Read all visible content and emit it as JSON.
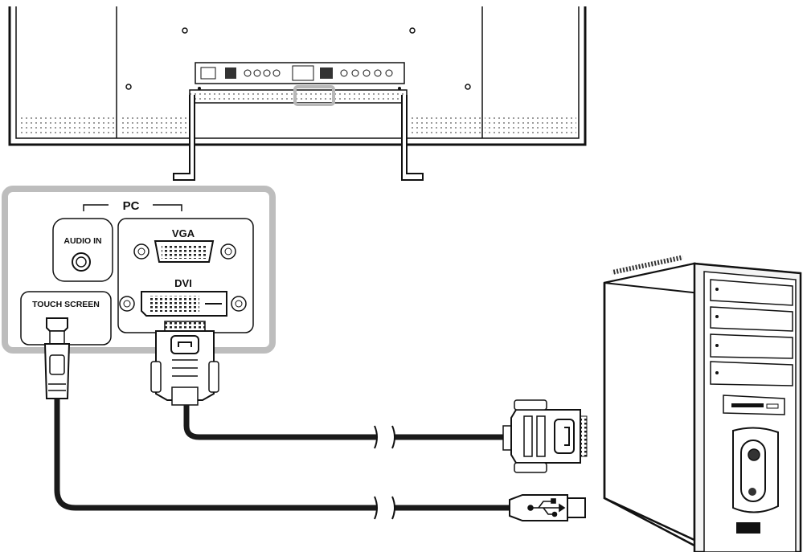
{
  "labels": {
    "pc": "PC",
    "audio_in": "AUDIO IN",
    "vga": "VGA",
    "dvi": "DVI",
    "touch_screen": "TOUCH SCREEN"
  },
  "colors": {
    "line": "#111111",
    "panel_border": "#bdbdbd",
    "highlight": "#b8b8b8",
    "cable": "#1a1a1a",
    "pc_face": "#f4f4f4"
  },
  "icons": {
    "usb": "usb-trident-icon",
    "power": "power-button-icon"
  }
}
